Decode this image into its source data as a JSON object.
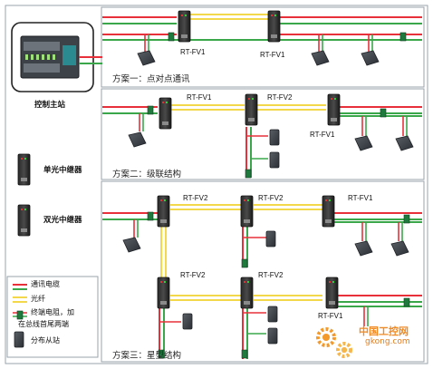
{
  "sidebar": {
    "master_label": "控制主站",
    "single_repeater_label": "单光中继器",
    "dual_repeater_label": "双光中继器"
  },
  "legend": {
    "cable": "通讯电缆",
    "fiber": "光纤",
    "resistor_line1": "终端电阻，加",
    "resistor_line2": "在总线首尾两端",
    "slave": "分布从站"
  },
  "schemes": [
    {
      "caption": "方案一：点对点通讯",
      "labels": [
        "RT-FV1",
        "RT-FV1"
      ]
    },
    {
      "caption": "方案二：级联结构",
      "labels": [
        "RT-FV1",
        "RT-FV2",
        "RT-FV1"
      ]
    },
    {
      "caption": "方案三：星型结构",
      "labels": [
        "RT-FV2",
        "RT-FV2",
        "RT-FV1",
        "RT-FV2",
        "RT-FV2",
        "RT-FV1"
      ]
    }
  ],
  "watermark": {
    "name": "中国工控网",
    "url": "gkong.com"
  },
  "colors": {
    "cable_red": "#e8303a",
    "cable_green": "#3aa84a",
    "fiber": "#f2d84a",
    "resistor": "#1f7a3e"
  }
}
